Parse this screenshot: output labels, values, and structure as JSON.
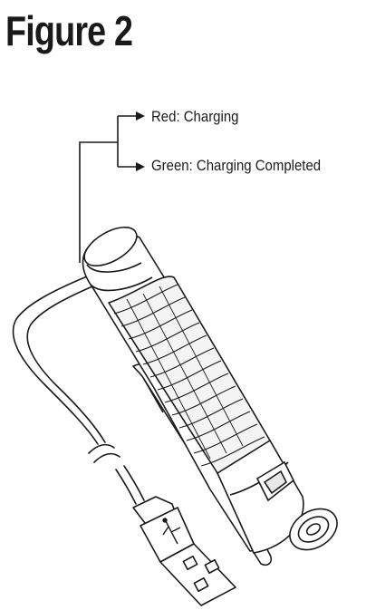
{
  "figure": {
    "title": "Figure 2"
  },
  "callouts": {
    "red": "Red: Charging",
    "green": "Green: Charging Completed"
  },
  "icons": {
    "usb_symbol": "usb-icon",
    "arrow": "arrow-right-icon"
  }
}
